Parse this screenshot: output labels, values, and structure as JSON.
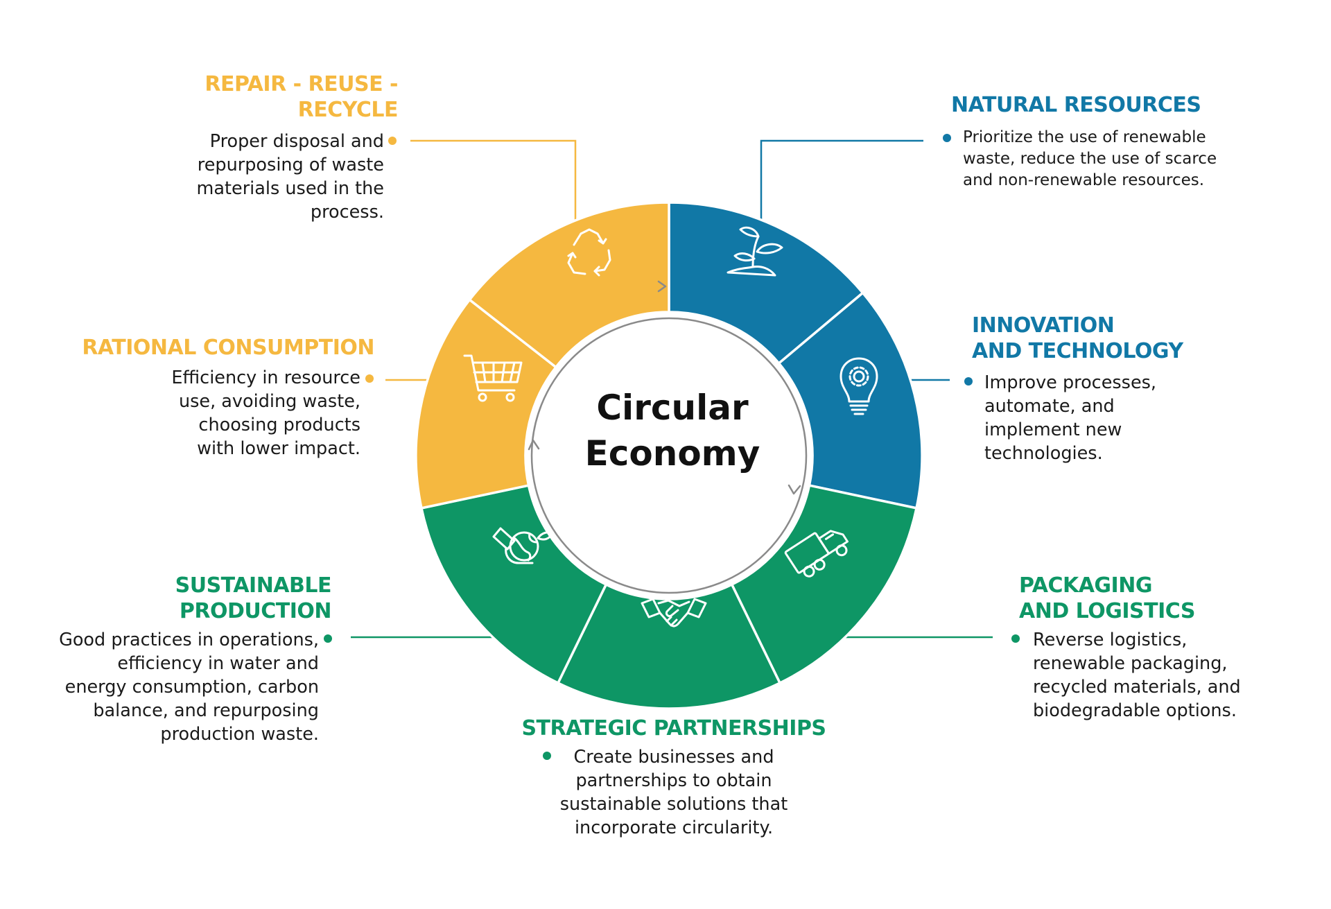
{
  "center": {
    "line1": "Circular",
    "line2": "Economy"
  },
  "colors": {
    "yellow": "#F5B840",
    "blue": "#1178A6",
    "green": "#0E9665"
  },
  "segments": [
    {
      "key": "repair",
      "title_lines": [
        "REPAIR - REUSE -",
        "RECYCLE"
      ],
      "desc_lines": [
        "Proper disposal and",
        "repurposing of waste",
        "materials used in the",
        "process."
      ],
      "icon": "recycle-icon",
      "color": "yellow"
    },
    {
      "key": "natural",
      "title_lines": [
        "NATURAL RESOURCES"
      ],
      "desc_lines": [
        "Prioritize the use of renewable",
        "waste, reduce the use of scarce",
        "and non-renewable resources."
      ],
      "icon": "sprout-icon",
      "color": "blue"
    },
    {
      "key": "innovation",
      "title_lines": [
        "INNOVATION",
        "AND TECHNOLOGY"
      ],
      "desc_lines": [
        "Improve processes,",
        "automate, and",
        "implement new",
        "technologies."
      ],
      "icon": "lightbulb-gear-icon",
      "color": "blue"
    },
    {
      "key": "packaging",
      "title_lines": [
        "PACKAGING",
        "AND LOGISTICS"
      ],
      "desc_lines": [
        "Reverse logistics,",
        "renewable packaging,",
        "recycled materials, and",
        "biodegradable options."
      ],
      "icon": "truck-icon",
      "color": "green"
    },
    {
      "key": "partnerships",
      "title_lines": [
        "STRATEGIC PARTNERSHIPS"
      ],
      "desc_lines": [
        "Create businesses and",
        "partnerships to obtain",
        "sustainable solutions that",
        "incorporate circularity."
      ],
      "icon": "handshake-icon",
      "color": "green"
    },
    {
      "key": "production",
      "title_lines": [
        "SUSTAINABLE",
        "PRODUCTION"
      ],
      "desc_lines": [
        "Good practices in operations,",
        "efficiency in water and",
        "energy consumption, carbon",
        "balance, and repurposing",
        "production waste."
      ],
      "icon": "hand-globe-icon",
      "color": "green"
    },
    {
      "key": "consumption",
      "title_lines": [
        "RATIONAL CONSUMPTION"
      ],
      "desc_lines": [
        "Efficiency in resource",
        "use, avoiding waste,",
        "choosing products",
        "with lower impact."
      ],
      "icon": "shopping-cart-icon",
      "color": "yellow"
    }
  ]
}
